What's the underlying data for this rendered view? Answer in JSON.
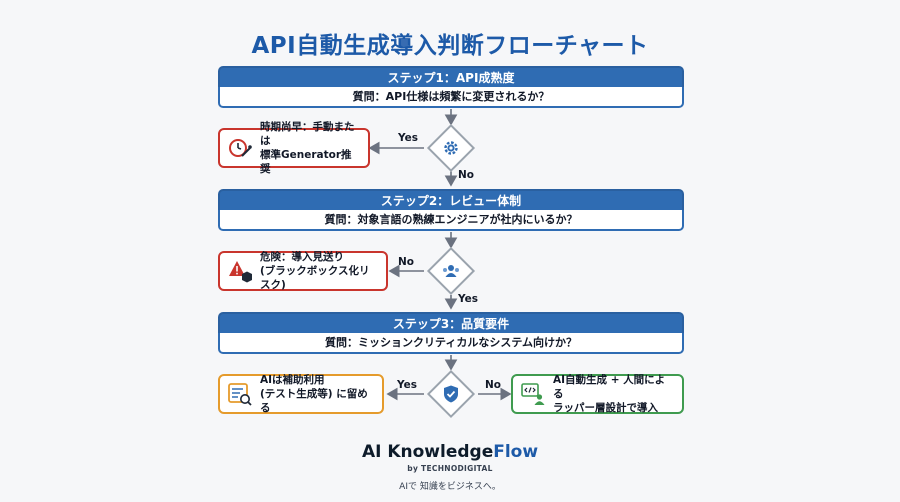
{
  "title": "API自動生成導入判断フローチャート",
  "steps": [
    {
      "header": "ステップ1：API成熟度",
      "question": "質問：API仕様は頻繁に変更されるか？"
    },
    {
      "header": "ステップ2：レビュー体制",
      "question": "質問：対象言語の熟練エンジニアが社内にいるか？"
    },
    {
      "header": "ステップ3：品質要件",
      "question": "質問：ミッションクリティカルなシステム向けか？"
    }
  ],
  "outcomes": {
    "premature": {
      "line1": "時期尚早：手動または",
      "line2": "標準Generator推奨",
      "icon": "clock-tools-icon"
    },
    "danger": {
      "line1": "危険：導入見送り",
      "line2": "(ブラックボックス化リスク)",
      "icon": "warning-box-icon"
    },
    "assist": {
      "line1": "AIは補助利用",
      "line2": "(テスト生成等) に留める",
      "icon": "checklist-icon"
    },
    "adopt": {
      "line1": "AI自動生成 + 人間による",
      "line2": "ラッパー層設計で導入",
      "icon": "code-person-icon"
    }
  },
  "branch_labels": {
    "d1_yes": "Yes",
    "d1_no": "No",
    "d2_no": "No",
    "d2_yes": "Yes",
    "d3_yes": "Yes",
    "d3_no": "No"
  },
  "footer": {
    "brand_prefix": "AI Knowledge",
    "brand_suffix": "Flow",
    "by": "by TECHNODIGITAL",
    "tagline": "AIで 知識をビジネスへ。"
  },
  "colors": {
    "primary": "#2f6cb3",
    "title": "#1d5aa8",
    "danger": "#c9352d",
    "warning": "#e59b2c",
    "success": "#3f9b4f"
  }
}
